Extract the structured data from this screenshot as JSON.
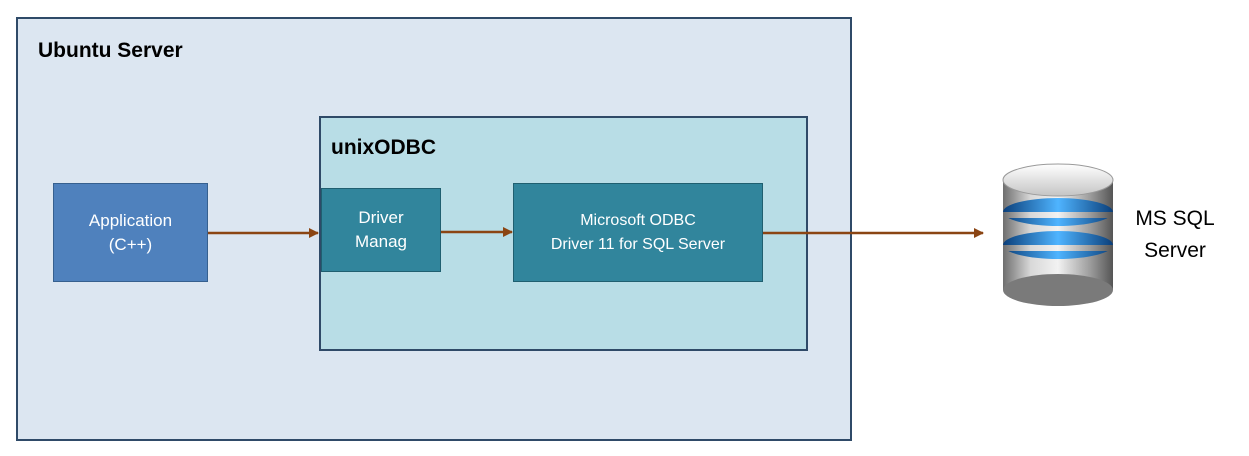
{
  "ubuntu": {
    "title": "Ubuntu Server"
  },
  "unixodbc": {
    "title": "unixODBC"
  },
  "application": {
    "line1": "Application",
    "line2": "(C++)"
  },
  "driver_manager": {
    "line1": "Driver",
    "line2": "Manag"
  },
  "ms_driver": {
    "line1": "Microsoft ODBC",
    "line2": "Driver 11 for SQL Server"
  },
  "database": {
    "line1": "MS SQL",
    "line2": "Server"
  },
  "colors": {
    "arrow": "#8b4513",
    "outer_fill": "#dce6f1",
    "inner_fill": "#b8dde6",
    "app_fill": "#4f81bd",
    "driver_fill": "#31859c",
    "db_glow": "#2f8fd8"
  },
  "icons": {
    "database": "database-cylinder-icon"
  }
}
